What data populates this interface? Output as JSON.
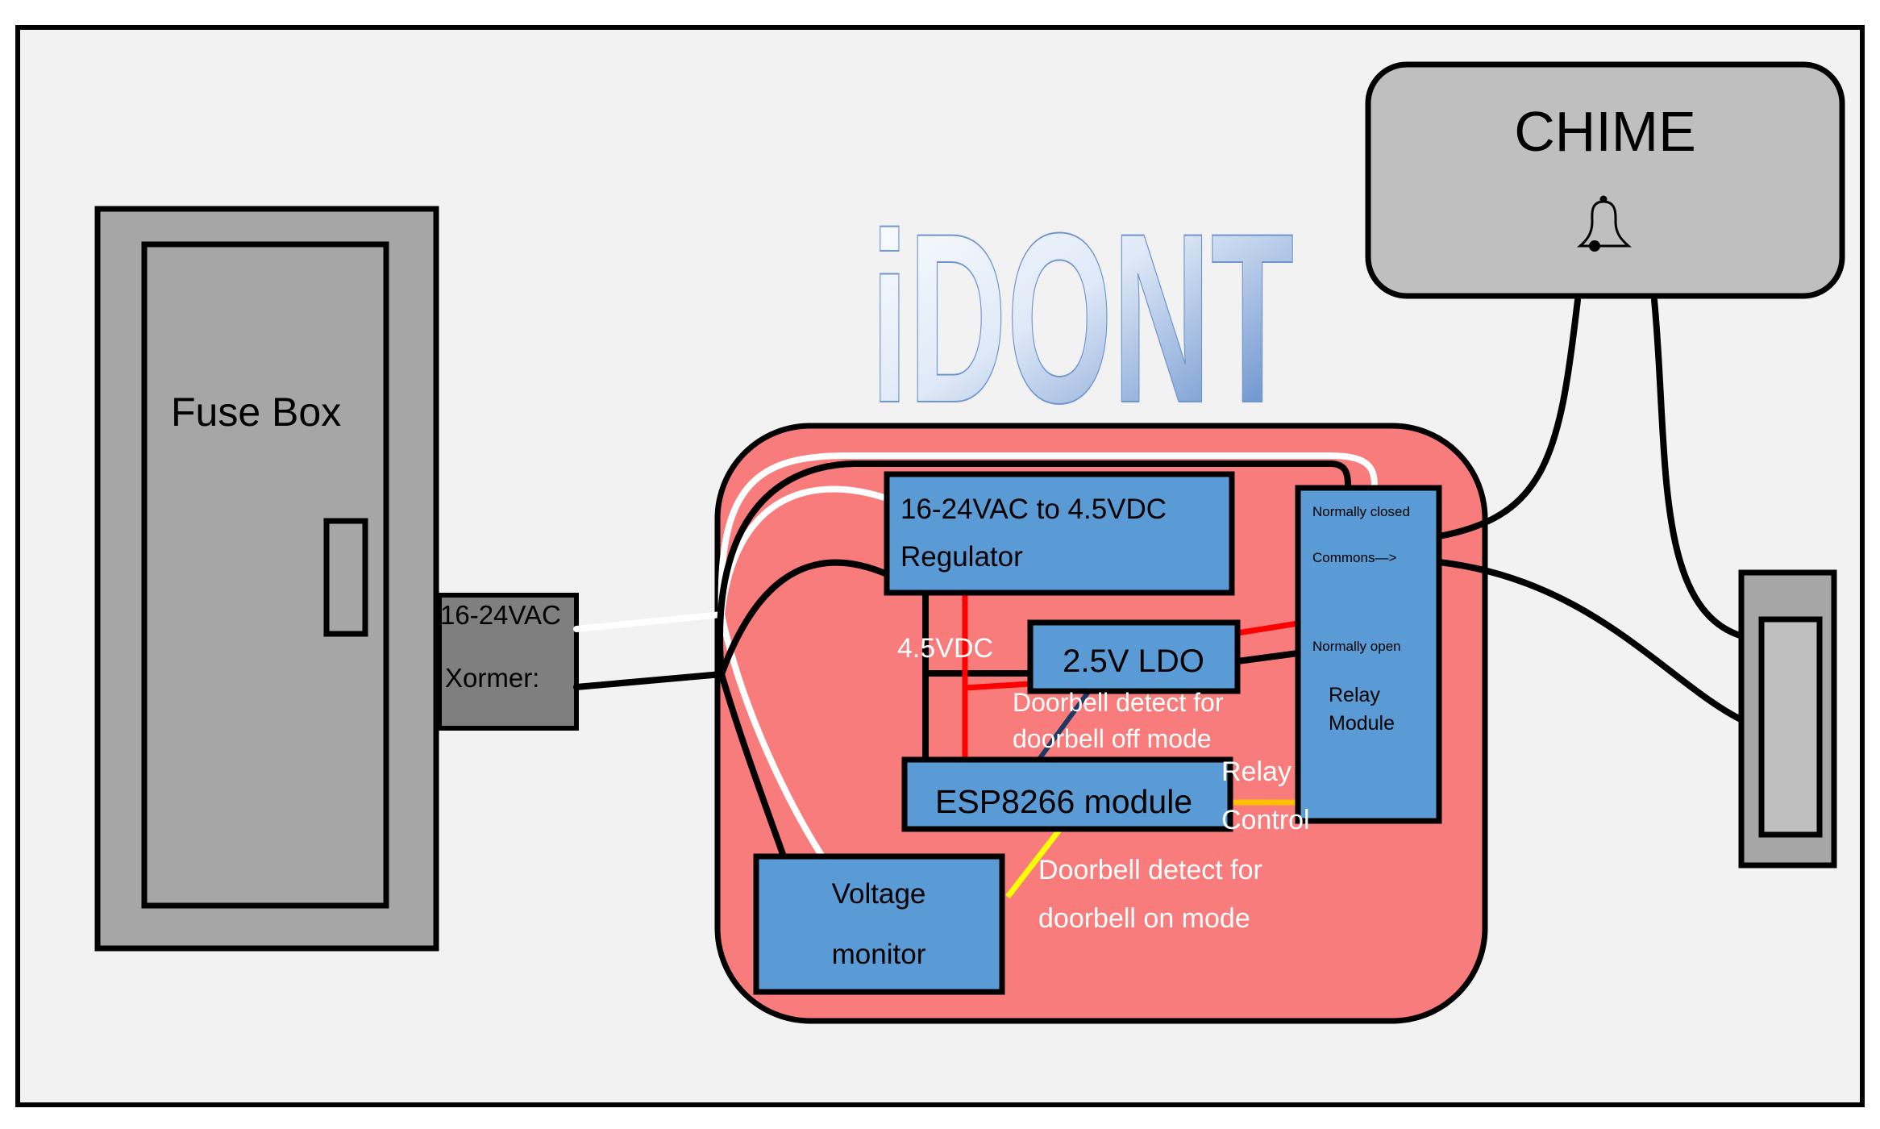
{
  "colors": {
    "frame_bg": "#f2f2f2",
    "board_fill": "#f87c7c",
    "module_fill": "#5b9bd5",
    "fuse_box_fill": "#a6a6a6",
    "transformer_fill": "#7f7f7f",
    "chime_fill": "#bfbfbf",
    "doorbell_fill": "#a6a6a6",
    "doorbell_button_fill": "#bfbfbf",
    "wire_black": "#000000",
    "wire_white": "#ffffff",
    "wire_red": "#ff0000",
    "wire_yellow": "#ffff00",
    "wire_orange": "#ffc000",
    "wire_navy": "#1f3864",
    "logo_blue": "#4f7ec4"
  },
  "logo": {
    "text": "iDONT"
  },
  "fuse_box": {
    "label": "Fuse Box"
  },
  "transformer": {
    "line1": "16-24VAC",
    "line2": "Xormer:"
  },
  "regulator": {
    "line1": "16-24VAC to 4.5VDC",
    "line2": "Regulator"
  },
  "ldo": {
    "label": "2.5V LDO"
  },
  "esp": {
    "label": "ESP8266 module"
  },
  "voltage_monitor": {
    "line1": "Voltage",
    "line2": "monitor"
  },
  "relay": {
    "normally_closed": "Normally closed",
    "commons": "Commons—>",
    "normally_open": "Normally open",
    "line1": "Relay",
    "line2": "Module"
  },
  "chime": {
    "label": "CHIME",
    "icon": "bell-icon"
  },
  "annotations": {
    "vdc": "4.5VDC",
    "off_mode_line1": "Doorbell detect for",
    "off_mode_line2": "doorbell off mode",
    "relay_control_line1": "Relay",
    "relay_control_line2": "Control",
    "on_mode_line1": "Doorbell detect for",
    "on_mode_line2": "doorbell on mode"
  }
}
